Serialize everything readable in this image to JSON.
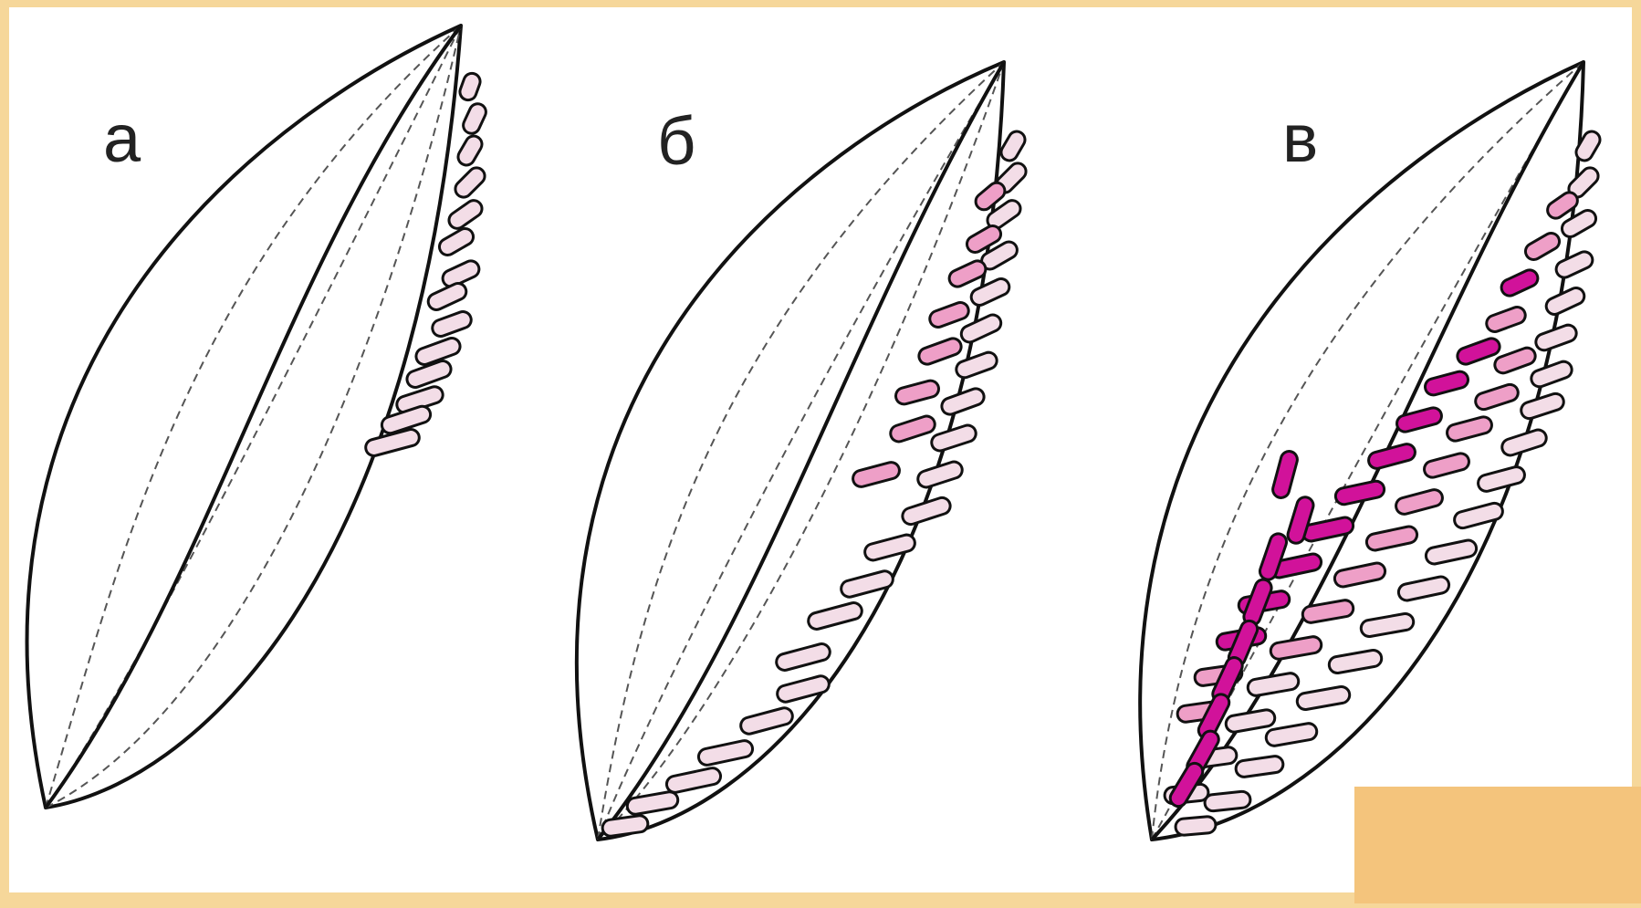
{
  "labels": {
    "a": "а",
    "b": "б",
    "c": "в"
  },
  "colors": {
    "background": "#f6d79a",
    "panel": "#ffffff",
    "outline": "#111111",
    "pale_pink": "#f3dde7",
    "mid_pink": "#ee9fc7",
    "magenta": "#d1129a",
    "corner_block": "#f4c47c"
  }
}
